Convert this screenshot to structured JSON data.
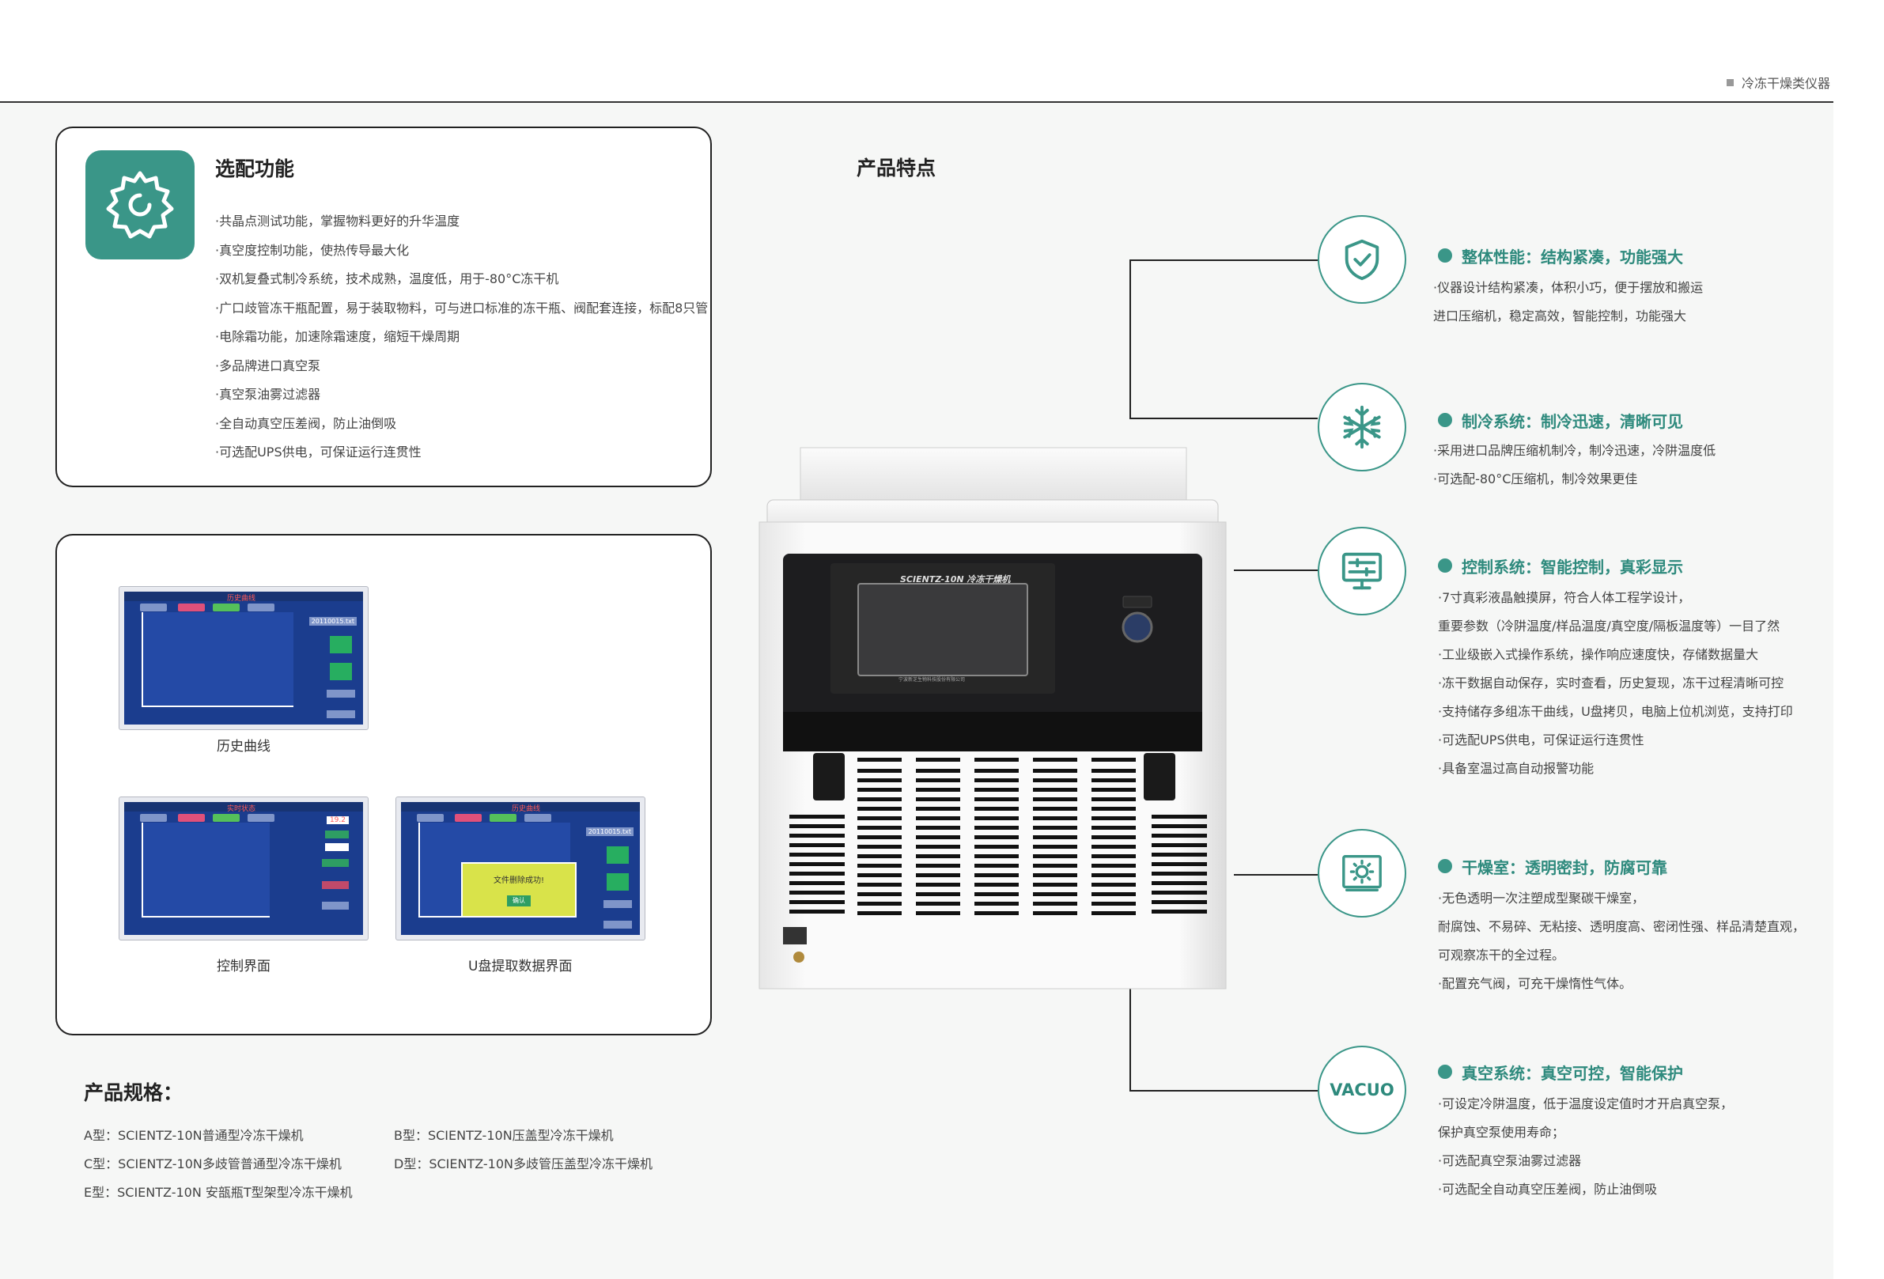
{
  "header": {
    "category": "冷冻干燥类仪器"
  },
  "options": {
    "title": "选配功能",
    "items": [
      "·共晶点测试功能，掌握物料更好的升华温度",
      "·真空度控制功能，使热传导最大化",
      "·双机复叠式制冷系统，技术成熟，温度低，用于-80°C冻干机",
      "·广口歧管冻干瓶配置，易于装取物料，可与进口标准的冻干瓶、阀配套连接，标配8只管",
      "·电除霜功能，加速除霜速度，缩短干燥周期",
      "·多品牌进口真空泵",
      "·真空泵油雾过滤器",
      "·全自动真空压差阀，防止油倒吸",
      "·可选配UPS供电，可保证运行连贯性"
    ]
  },
  "screens": {
    "history_caption": "历史曲线",
    "control_caption": "控制界面",
    "usb_caption": "U盘提取数据界面",
    "history_title": "历史曲线",
    "control_title": "实时状态",
    "usb_title": "历史曲线",
    "usb_dialog": "文件删除成功!",
    "usb_dialog_btn": "确认",
    "file_name": "20110015.txt",
    "sample_value": "19.2"
  },
  "specs": {
    "title": "产品规格：",
    "a": "A型：SCIENTZ-10N普通型冷冻干燥机",
    "b": "B型：SCIENTZ-10N压盖型冷冻干燥机",
    "c": "C型：SCIENTZ-10N多歧管普通型冷冻干燥机",
    "d": "D型：SCIENTZ-10N多歧管压盖型冷冻干燥机",
    "e": "E型：SCIENTZ-10N 安瓿瓶T型架型冷冻干燥机"
  },
  "device": {
    "model_label": "SCIENTZ-10N 冷冻干燥机",
    "company": "宁波新芝生物科技股份有限公司"
  },
  "features": {
    "title": "产品特点",
    "items": [
      {
        "icon": "shield-check-icon",
        "head": "整体性能：结构紧凑，功能强大",
        "lines": [
          "·仪器设计结构紧凑，体积小巧，便于摆放和搬运",
          "进口压缩机，稳定高效，智能控制，功能强大"
        ]
      },
      {
        "icon": "snowflake-icon",
        "head": "制冷系统：制冷迅速，清晰可见",
        "lines": [
          "·采用进口品牌压缩机制冷，制冷迅速，冷阱温度低",
          "·可选配-80°C压缩机，制冷效果更佳"
        ]
      },
      {
        "icon": "monitor-sliders-icon",
        "head": "控制系统：智能控制，真彩显示",
        "lines": [
          "·7寸真彩液晶触摸屏，符合人体工程学设计，",
          "重要参数（冷阱温度/样品温度/真空度/隔板温度等）一目了然",
          "·工业级嵌入式操作系统，操作响应速度快，存储数据量大",
          "·冻干数据自动保存，实时查看，历史复现，冻干过程清晰可控",
          "·支持储存多组冻干曲线，U盘拷贝，电脑上位机浏览，支持打印",
          "·可选配UPS供电，可保证运行连贯性",
          "·具备室温过高自动报警功能"
        ]
      },
      {
        "icon": "drying-chamber-icon",
        "head": "干燥室：透明密封，防腐可靠",
        "lines": [
          "·无色透明一次注塑成型聚碳干燥室，",
          "耐腐蚀、不易碎、无粘接、透明度高、密闭性强、样品清楚直观，",
          "可观察冻干的全过程。",
          "·配置充气阀，可充干燥惰性气体。"
        ]
      },
      {
        "icon": "vacuo-label",
        "circle_text": "VACUO",
        "head": "真空系统：真空可控，智能保护",
        "lines": [
          "·可设定冷阱温度，低于温度设定值时才开启真空泵，",
          "保护真空泵使用寿命；",
          "·可选配真空泵油雾过滤器",
          "·可选配全自动真空压差阀，防止油倒吸"
        ]
      }
    ]
  },
  "colors": {
    "accent": "#3a9688",
    "accent_text": "#2e8a7d",
    "line": "#222222"
  }
}
